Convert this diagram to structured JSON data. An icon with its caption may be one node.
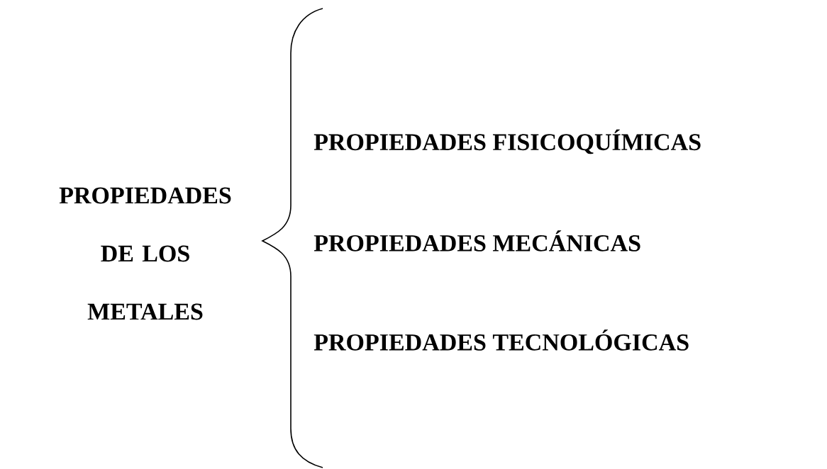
{
  "diagram": {
    "labels": [
      "PROPIEDADES DE LOS METALES",
      "PROPIEDADES FISICOQUÍMICAS",
      "PROPIEDADES MECÁNICAS",
      "PROPIEDADES TECNOLÓGICAS"
    ]
  }
}
